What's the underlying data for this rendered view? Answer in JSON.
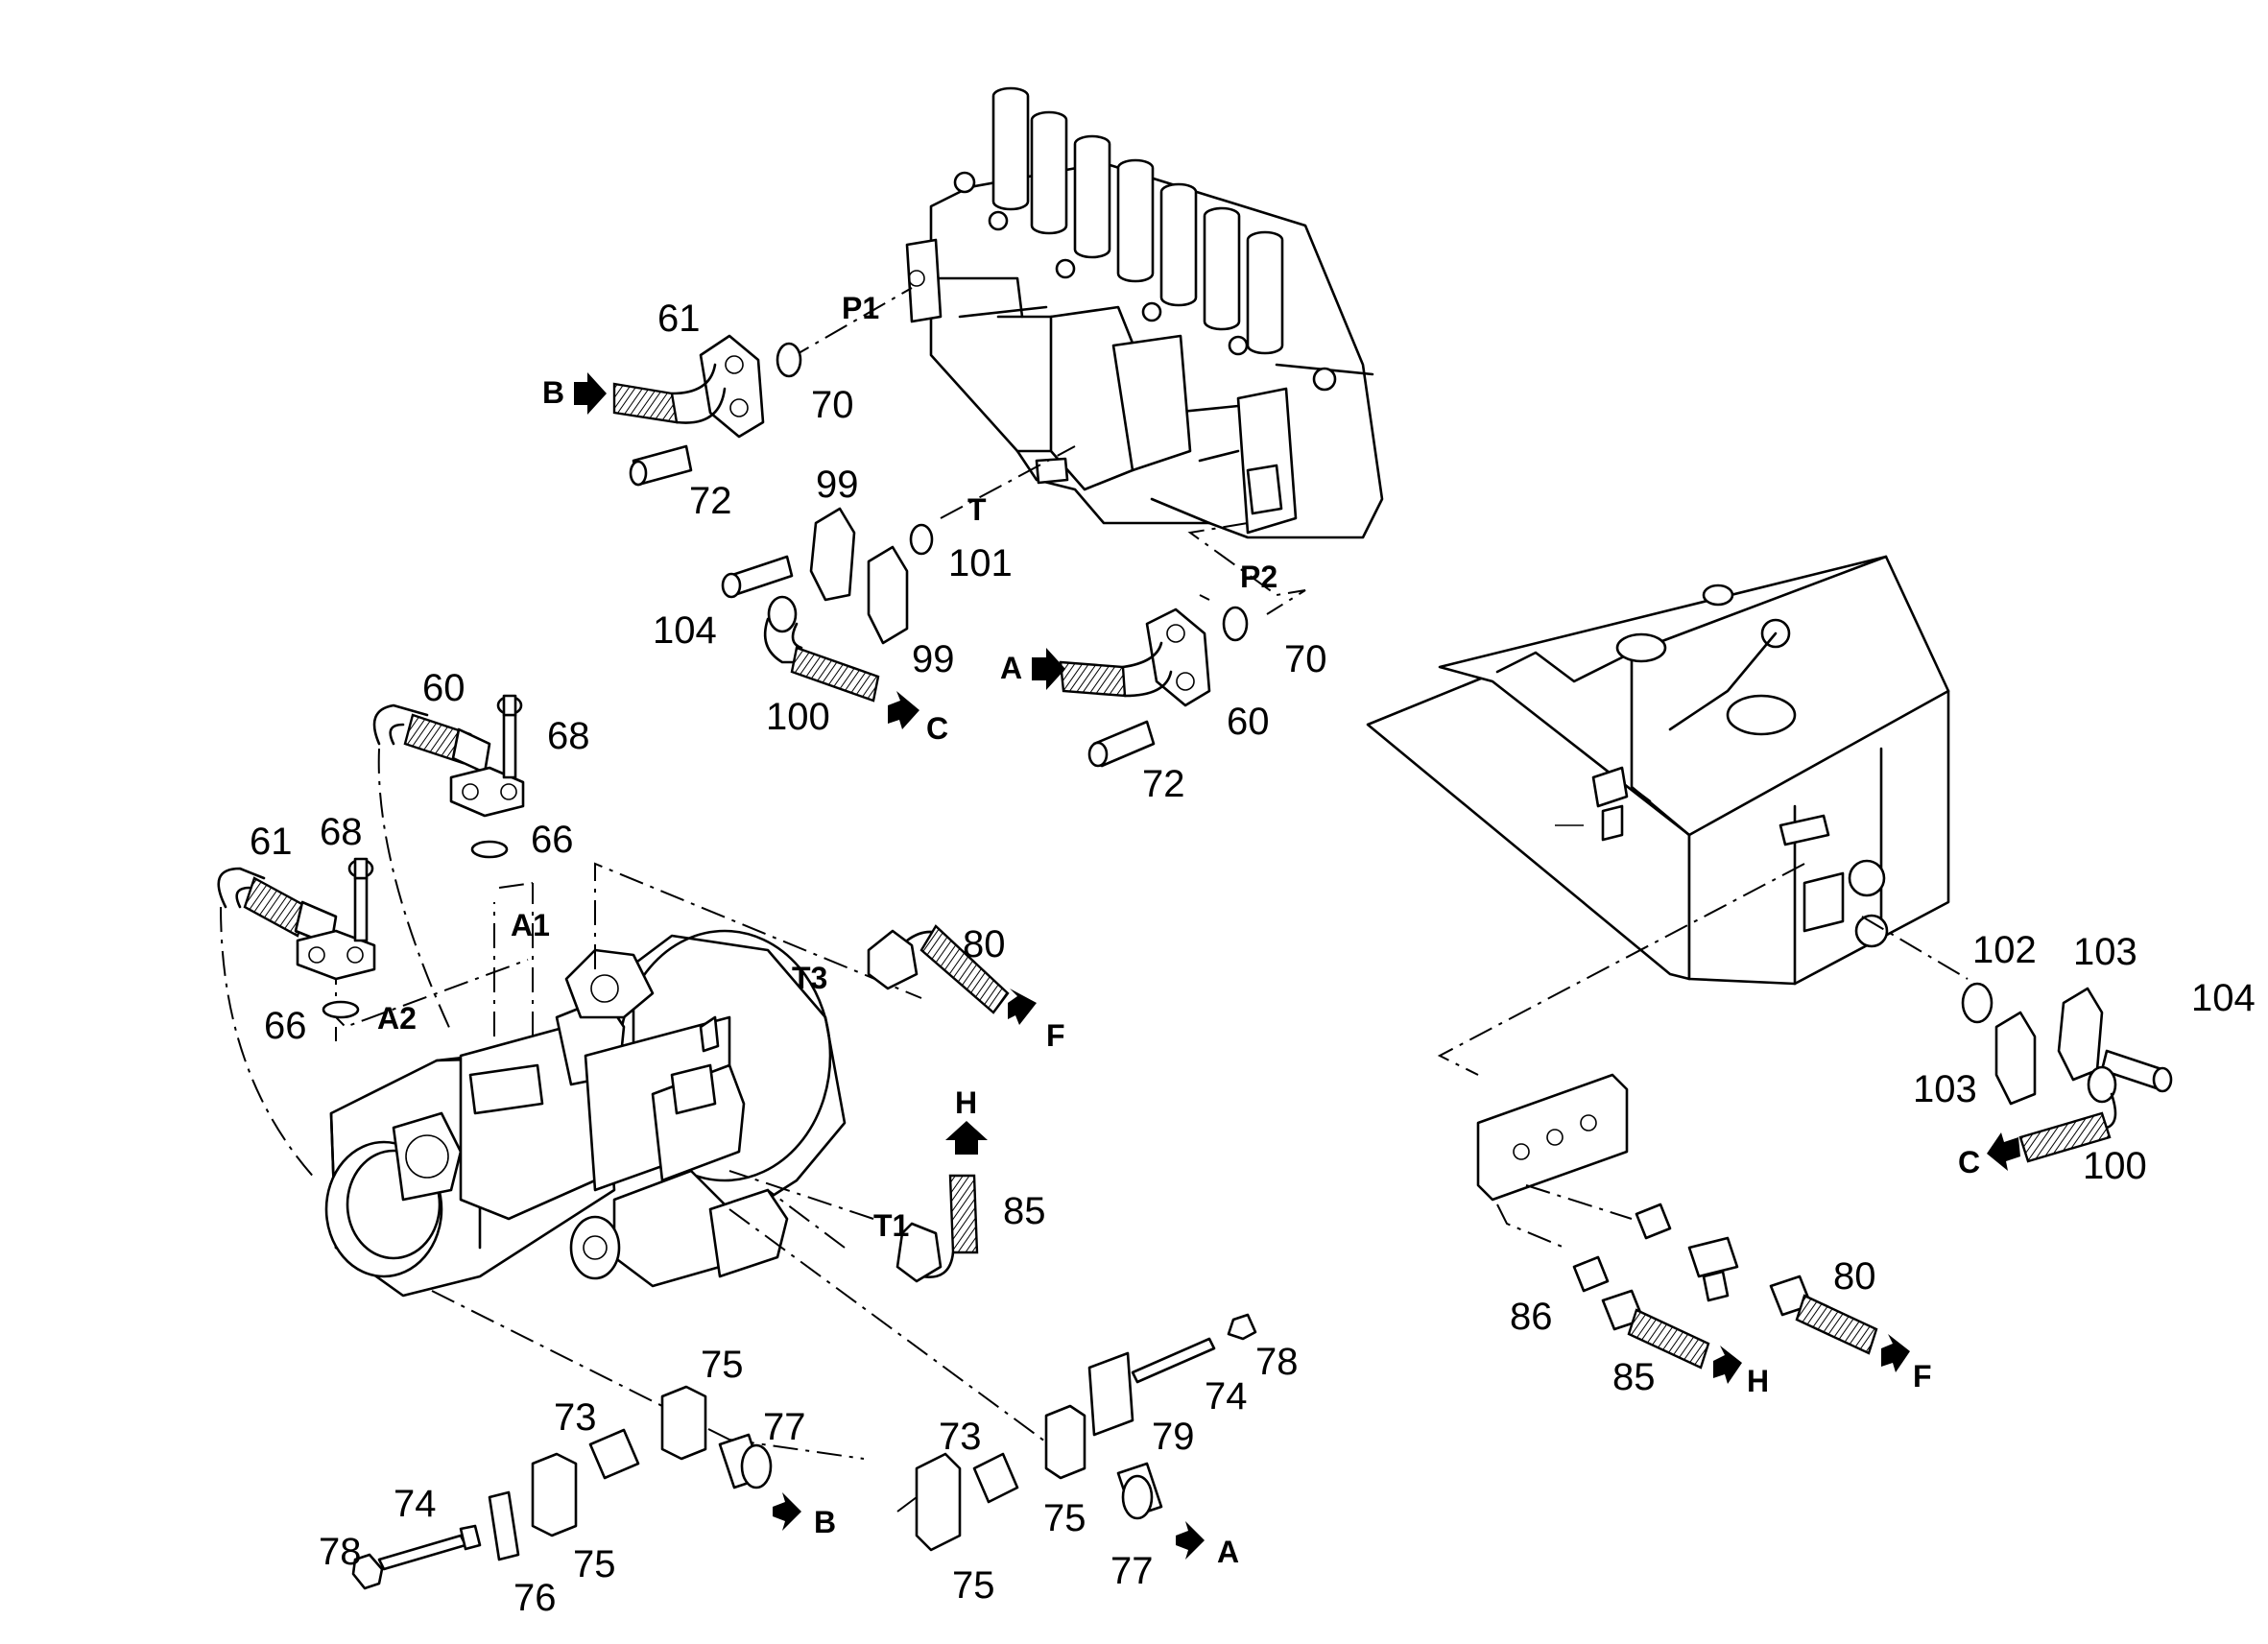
{
  "callouts": {
    "c61_top": "61",
    "c70_top": "70",
    "c72_top": "72",
    "c99_a": "99",
    "c99_b": "99",
    "c101": "101",
    "c104_top": "104",
    "c100_top": "100",
    "c70_mid": "70",
    "c60_mid": "60",
    "c72_mid": "72",
    "c60_left": "60",
    "c68_a": "68",
    "c66_a": "66",
    "c61_left": "61",
    "c68_b": "68",
    "c66_b": "66",
    "c80_mid": "80",
    "c85_mid": "85",
    "c75_a": "75",
    "c73_a": "73",
    "c77_a": "77",
    "c74_a": "74",
    "c78_a": "78",
    "c75_b": "75",
    "c76": "76",
    "c73_b": "73",
    "c74_b": "74",
    "c78_b": "78",
    "c79": "79",
    "c75_c": "75",
    "c75_d": "75",
    "c77_b": "77",
    "c102": "102",
    "c103_a": "103",
    "c104_right": "104",
    "c103_b": "103",
    "c100_right": "100",
    "c86": "86",
    "c85_right": "85",
    "c80_right": "80"
  },
  "port_labels": {
    "P1": "P1",
    "P2": "P2",
    "T": "T",
    "A1": "A1",
    "A2": "A2",
    "T1": "T1",
    "T3": "T3"
  },
  "flow_letters": {
    "B_top": "B",
    "A_mid": "A",
    "C_top": "C",
    "F_mid": "F",
    "H_mid": "H",
    "B_bottom": "B",
    "A_bottom": "A",
    "C_right": "C",
    "H_right": "H",
    "F_right": "F"
  },
  "colors": {
    "ink": "#000000",
    "paper": "#ffffff"
  }
}
